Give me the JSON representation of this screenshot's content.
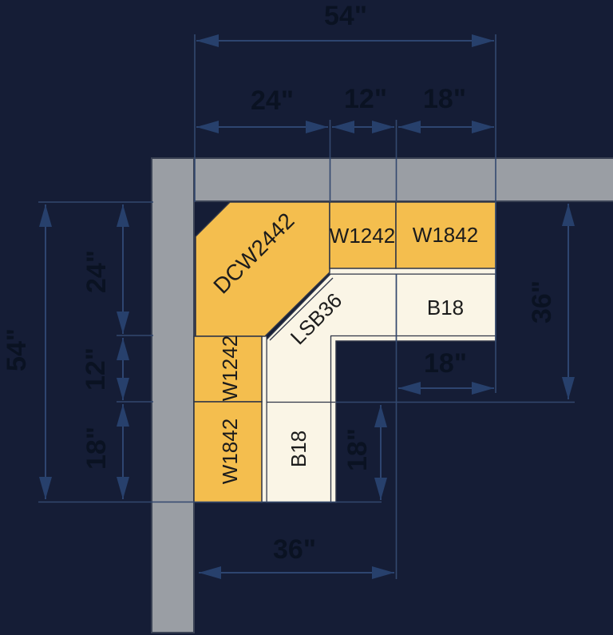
{
  "diagram": {
    "type": "kitchen-corner-cabinet-floor-plan",
    "dimensions": {
      "top_total": "54\"",
      "top_segments": [
        "24\"",
        "12\"",
        "18\""
      ],
      "left_total": "54\"",
      "left_segments": [
        "24\"",
        "12\"",
        "18\""
      ],
      "right_run": "36\"",
      "bottom_run": "36\"",
      "base_right": "18\"",
      "base_bottom": "18\""
    },
    "cabinets": {
      "corner_wall": "DCW2442",
      "top_wall_1": "W1242",
      "top_wall_2": "W1842",
      "top_base": "B18",
      "corner_base": "LSB36",
      "left_wall_1": "W1242",
      "left_wall_2": "W1842",
      "left_base": "B18"
    },
    "colors": {
      "background": "#151D36",
      "wall": "#9A9EA4",
      "wall_outline": "#3A4254",
      "wall_cabinet_fill": "#F4BE4E",
      "base_cabinet_fill": "#FAF5E6",
      "cabinet_outline": "#2E3547",
      "dimension_line": "#2E4570",
      "dimension_arrow": "#27406C",
      "dimension_text": "#0A1222",
      "cabinet_text": "#1C1C1C"
    }
  }
}
